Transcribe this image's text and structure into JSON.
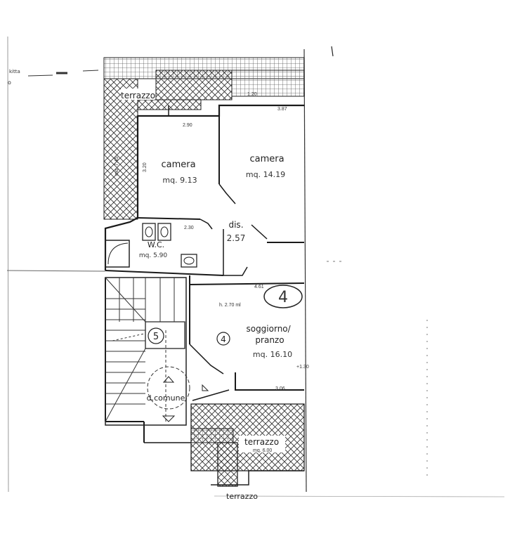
{
  "top_left_note": "kitta",
  "top_left_mark": "o",
  "rooms": {
    "terrazzo_top": "terrazzo",
    "camera_left": {
      "name": "camera",
      "area": "mq. 9.13"
    },
    "camera_right": {
      "name": "camera",
      "area": "mq. 14.19"
    },
    "dis": {
      "name": "dis.",
      "area": "2.57"
    },
    "wc": {
      "name": "W.C.",
      "area": "mq. 5.90"
    },
    "soggiorno": {
      "name": "soggiorno/ pranzo",
      "area": "mq. 16.10",
      "height": "h. 2.70 ml"
    },
    "comune": "d.comune",
    "terrazzo_bottom": {
      "name": "terrazzo",
      "area": "mq. 6.00"
    },
    "terrazzo_small": "terrazzo"
  },
  "badges": {
    "unit_circle": "4",
    "room_4": "4",
    "room_5": "5"
  },
  "dimensions": {
    "d_2_90": "2.90",
    "d_3_87": "3.87",
    "d_3_20": "3.20",
    "d_7_45": "mq. 7.45",
    "d_2_30": "2.30",
    "d_4_61": "4.61",
    "d_3_06": "3.06",
    "d_1_30": "+1.30",
    "d_1_20": "1.20"
  }
}
